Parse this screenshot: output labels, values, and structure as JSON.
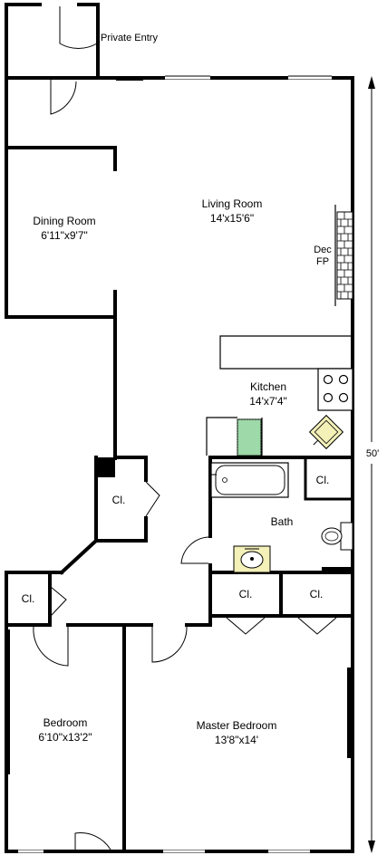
{
  "rooms": {
    "private_entry": {
      "name": "Private Entry"
    },
    "living_room": {
      "name": "Living Room",
      "size": "14'x15'6\""
    },
    "dining_room": {
      "name": "Dining Room",
      "size": "6'11\"x9'7\""
    },
    "fireplace": {
      "line1": "Dec",
      "line2": "FP"
    },
    "kitchen": {
      "name": "Kitchen",
      "size": "14'x7'4\""
    },
    "bath": {
      "name": "Bath"
    },
    "bedroom": {
      "name": "Bedroom",
      "size": "6'10\"x13'2\""
    },
    "master_bedroom": {
      "name": "Master Bedroom",
      "size": "13'8\"x14'"
    }
  },
  "closet_label": "Cl.",
  "dimension_label": "50'",
  "colors": {
    "wall": "#000000",
    "tub_tile": "#9ed9a9",
    "sink": "#f3f0b8",
    "cooktop": "#f3f0b8"
  }
}
